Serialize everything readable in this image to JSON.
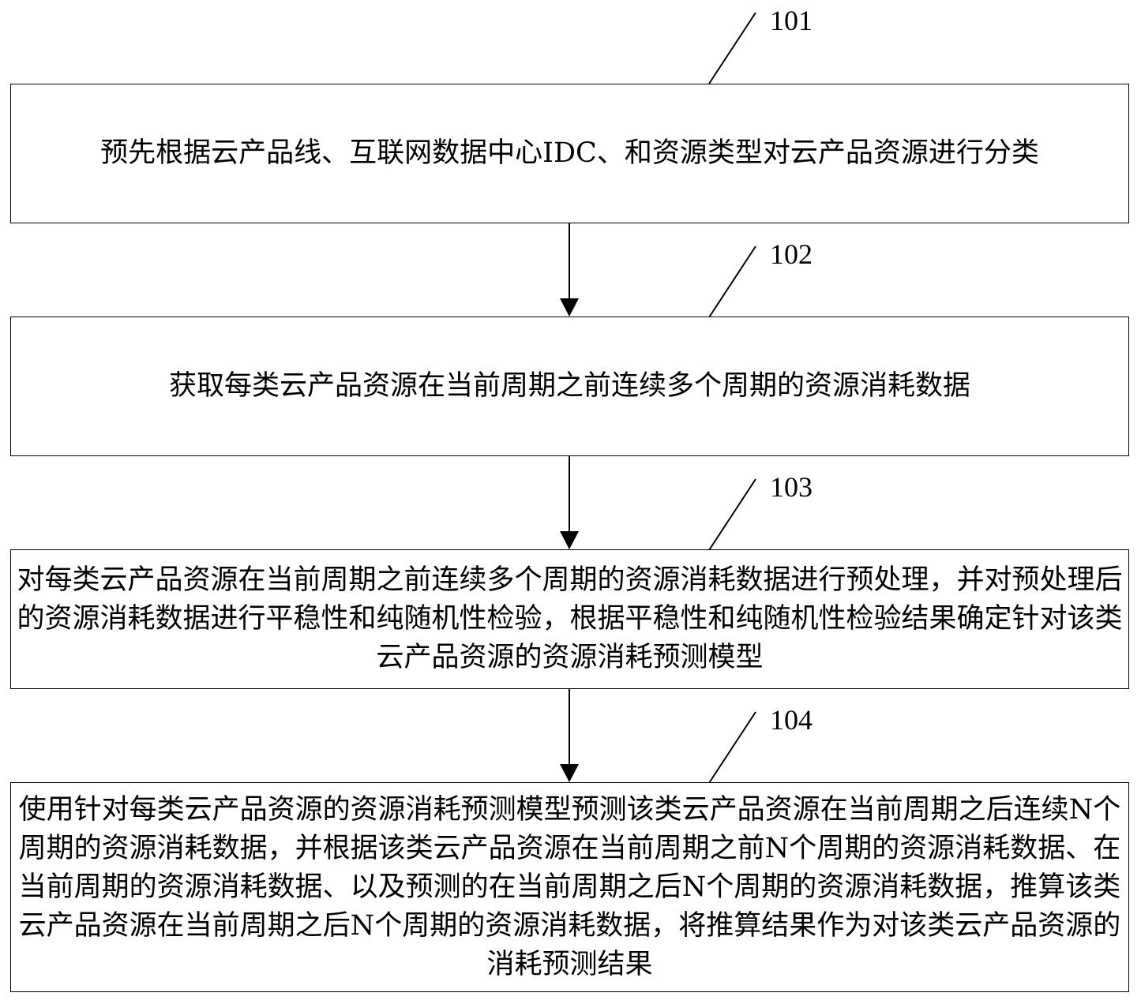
{
  "steps": [
    {
      "label": "101",
      "text": "预先根据云产品线、互联网数据中心IDC、和资源类型对云产品资源进行分类"
    },
    {
      "label": "102",
      "text": "获取每类云产品资源在当前周期之前连续多个周期的资源消耗数据"
    },
    {
      "label": "103",
      "text": "对每类云产品资源在当前周期之前连续多个周期的资源消耗数据进行预处理，并对预处理后的资源消耗数据进行平稳性和纯随机性检验，根据平稳性和纯随机性检验结果确定针对该类云产品资源的资源消耗预测模型"
    },
    {
      "label": "104",
      "text": "使用针对每类云产品资源的资源消耗预测模型预测该类云产品资源在当前周期之后连续N个周期的资源消耗数据，并根据该类云产品资源在当前周期之前N个周期的资源消耗数据、在当前周期的资源消耗数据、以及预测的在当前周期之后N个周期的资源消耗数据，推算该类云产品资源在当前周期之后N个周期的资源消耗数据，将推算结果作为对该类云产品资源的消耗预测结果"
    }
  ],
  "colors": {
    "stroke": "#000000",
    "background": "#ffffff"
  }
}
